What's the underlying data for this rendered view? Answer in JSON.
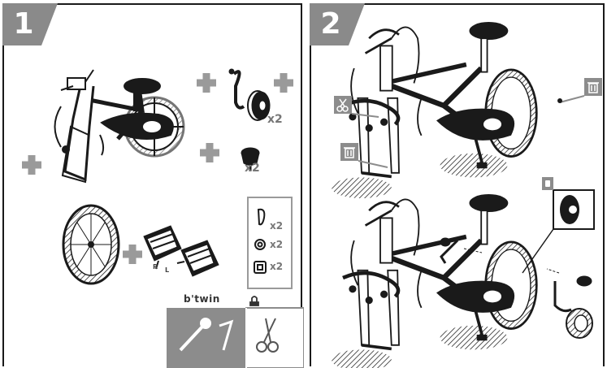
{
  "steps": [
    {
      "number": "1"
    },
    {
      "number": "2"
    }
  ],
  "step1": {
    "training_wheel_qty": "x2",
    "knob_qty": "x2",
    "washer_qty_1": "x2",
    "washer_qty_2": "x2",
    "washer_qty_3": "x2",
    "pedal_right": "R",
    "pedal_left": "L",
    "brand": "b'twin"
  },
  "icons": [
    "plus-icon",
    "wrench-icon",
    "allen-key-icon",
    "scissors-icon",
    "trash-icon",
    "hand-icon",
    "lock-icon"
  ],
  "colors": {
    "badge_gray": "#8a8a8a",
    "tool_box_gray": "#8c8c8c",
    "plus_gray": "#9a9a9a",
    "line_black": "#1a1a1a"
  }
}
